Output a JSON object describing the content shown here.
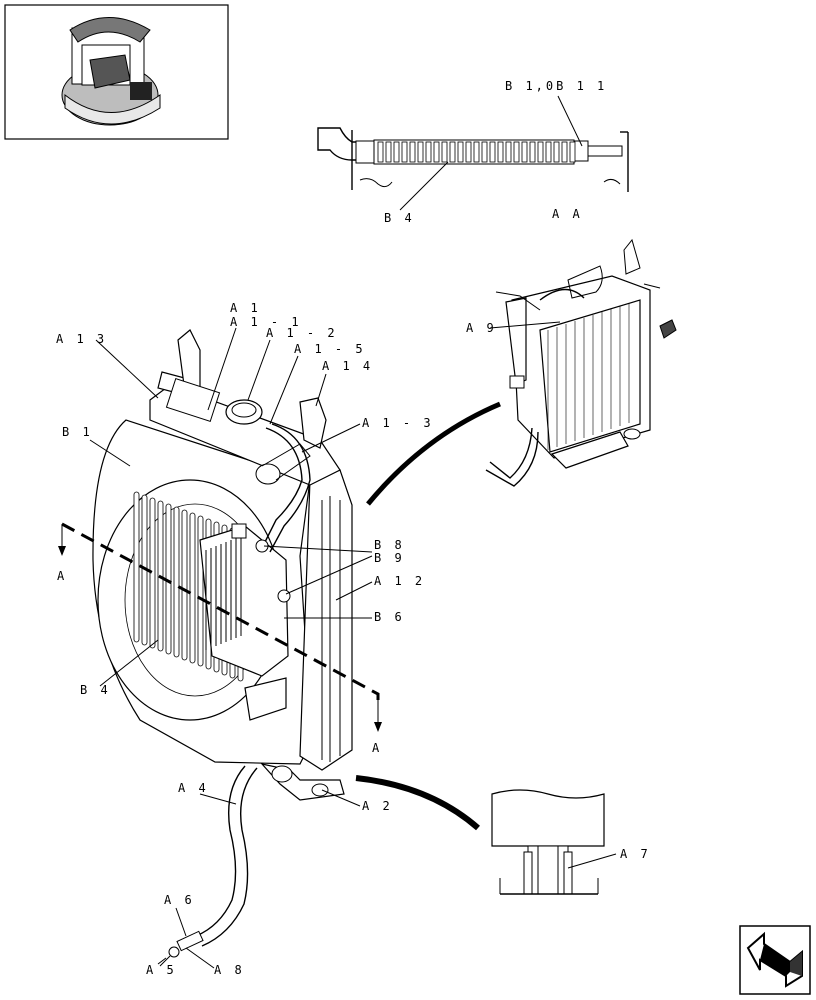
{
  "labels": {
    "b1_0b11": "B 1,0B 1 1",
    "b4_top": "B 4",
    "aa": "A A",
    "a1": "A 1",
    "a1_1": "A 1 - 1",
    "a1_2": "A 1 - 2",
    "a1_5": "A 1 - 5",
    "a14": "A 1 4",
    "a13": "A 1 3",
    "a1_3": "A 1 - 3",
    "b1": "B 1",
    "a9": "A 9",
    "b8": "B 8",
    "b9": "B 9",
    "a12": "A 1 2",
    "b6": "B 6",
    "a_left": "A",
    "a_right": "A",
    "b4_main": "B 4",
    "a4": "A 4",
    "a2": "A 2",
    "a7": "A 7",
    "a6": "A 6",
    "a5": "A 5",
    "a8": "A 8"
  },
  "icons": {
    "thumbnail": "machine-overview-thumbnail",
    "nav": "return-arrow-icon"
  }
}
